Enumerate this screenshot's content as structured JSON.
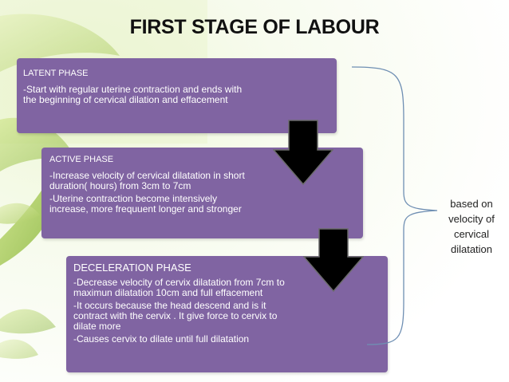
{
  "slide": {
    "title": "FIRST STAGE OF LABOUR",
    "accent_color": "#8064A2",
    "phases": [
      {
        "heading": "LATENT PHASE",
        "paragraphs": [
          "-Start with regular uterine contraction and ends with the beginning of cervical dilation and effacement"
        ]
      },
      {
        "heading": "ACTIVE PHASE",
        "paragraphs": [
          "-Increase velocity of cervical dilatation in short duration( hours) from 3cm to 7cm",
          "-Uterine contraction become intensively increase, more frequuent longer and stronger"
        ]
      },
      {
        "heading": "DECELERATION PHASE",
        "paragraphs": [
          "-Decrease velocity of cervix dilatation from 7cm to maximun dilatation 10cm and full effacement",
          "-It occurs because the head descend and is it contract with the cervix . It give force to cervix to dilate more",
          "-Causes cervix to dilate until full dilatation"
        ]
      }
    ],
    "brace_note": "based on velocity of cervical dilatation"
  }
}
